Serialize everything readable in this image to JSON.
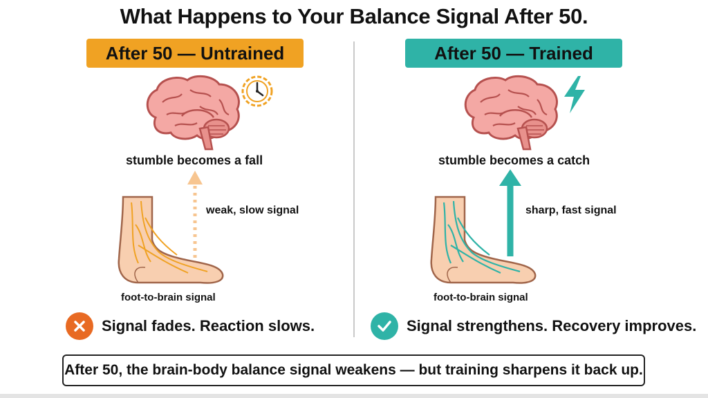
{
  "title": "What Happens to Your Balance Signal After 50.",
  "left": {
    "header": "After 50 — Untrained",
    "caption": "stumble becomes a fall",
    "signal_label": "weak, slow signal",
    "foot_label": "foot-to-brain signal",
    "verdict": "Signal fades. Reaction slows.",
    "accent_color": "#f0a223",
    "badge_color": "#e86a23",
    "icon": "clock-icon"
  },
  "right": {
    "header": "After 50 — Trained",
    "caption": "stumble becomes a catch",
    "signal_label": "sharp, fast signal",
    "foot_label": "foot-to-brain signal",
    "verdict": "Signal strengthens. Recovery improves.",
    "accent_color": "#2fb3a7",
    "badge_color": "#2fb3a7",
    "icon": "lightning-icon"
  },
  "summary": "After 50, the brain-body balance signal weakens — but training sharpens it back up."
}
